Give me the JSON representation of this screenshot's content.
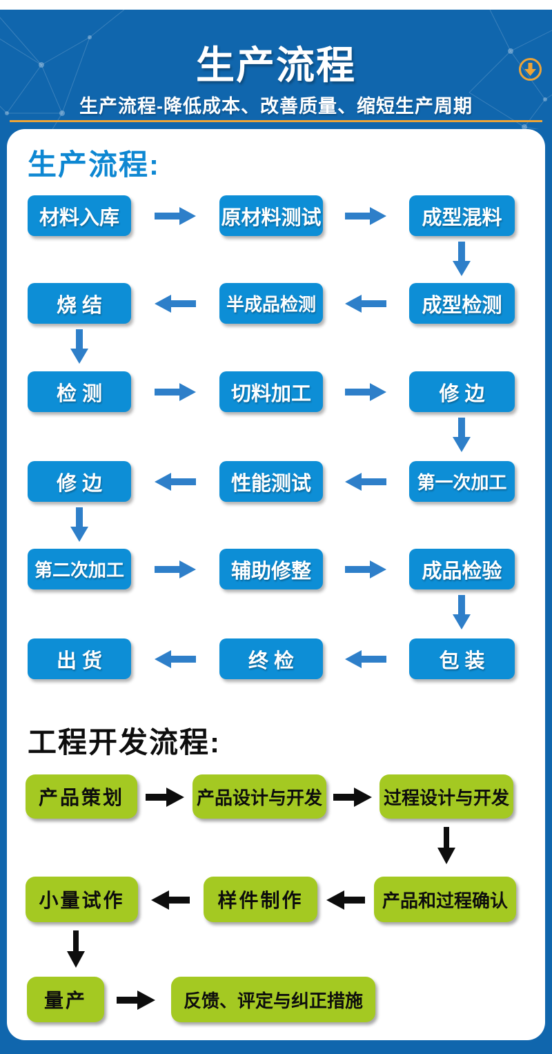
{
  "page": {
    "bg_color": "#1066ad",
    "accent_color": "#eda437",
    "panel_color": "#ffffff"
  },
  "header": {
    "title": "生产流程",
    "subtitle": "生产流程-降低成本、改善质量、缩短生产周期",
    "scroll_icon": "circle-down-arrow-icon"
  },
  "production_flow": {
    "heading": "生产流程:",
    "box_color": "#0d8ed6",
    "arrow_color": "#2e7fc9",
    "text_color": "#ffffff",
    "rows": [
      {
        "direction": "right",
        "boxes": [
          "材料入库",
          "原材料测试",
          "成型混料"
        ]
      },
      {
        "direction": "left",
        "boxes": [
          "烧  结",
          "半成品检测",
          "成型检测"
        ]
      },
      {
        "direction": "right",
        "boxes": [
          "检  测",
          "切料加工",
          "修  边"
        ]
      },
      {
        "direction": "left",
        "boxes": [
          "修  边",
          "性能测试",
          "第一次加工"
        ]
      },
      {
        "direction": "right",
        "boxes": [
          "第二次加工",
          "辅助修整",
          "成品检验"
        ]
      },
      {
        "direction": "left",
        "boxes": [
          "出  货",
          "终  检",
          "包  装"
        ]
      }
    ]
  },
  "engineering_flow": {
    "heading": "工程开发流程:",
    "box_color": "#a4c922",
    "arrow_color": "#0d0d0d",
    "text_color": "#0d0d0d",
    "rows": [
      {
        "direction": "right",
        "boxes": [
          "产品策划",
          "产品设计与开发",
          "过程设计与开发"
        ]
      },
      {
        "direction": "left",
        "boxes": [
          "小量试作",
          "样件制作",
          "产品和过程确认"
        ]
      },
      {
        "direction": "right",
        "boxes": [
          "量产",
          "反馈、评定与纠正措施"
        ]
      }
    ]
  }
}
